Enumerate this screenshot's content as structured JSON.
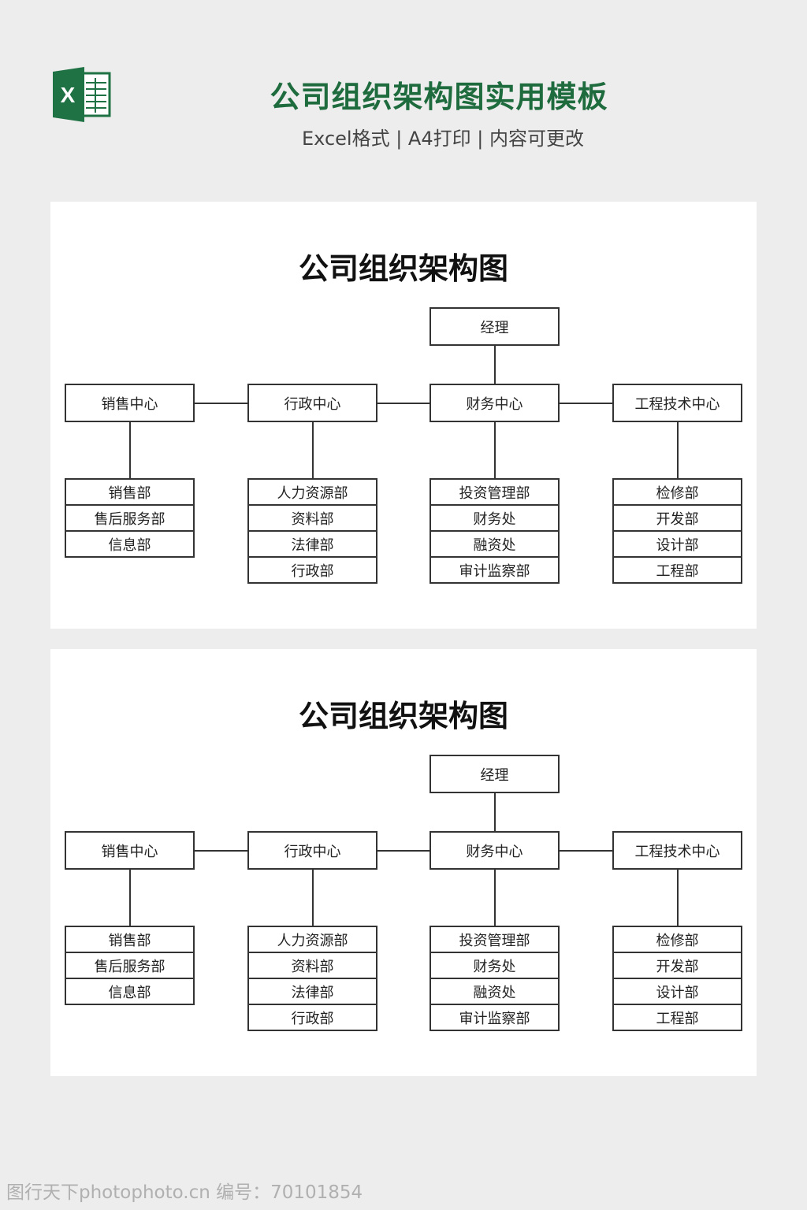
{
  "header": {
    "title": "公司组织架构图实用模板",
    "subtitle": "Excel格式 | A4打印 | 内容可更改",
    "logo_letter": "X",
    "logo_color": "#1f7244"
  },
  "charts": [
    {
      "title": "公司组织架构图",
      "manager": "经理",
      "centers": [
        {
          "label": "销售中心",
          "departments": [
            "销售部",
            "售后服务部",
            "信息部"
          ]
        },
        {
          "label": "行政中心",
          "departments": [
            "人力资源部",
            "资料部",
            "法律部",
            "行政部"
          ]
        },
        {
          "label": "财务中心",
          "departments": [
            "投资管理部",
            "财务处",
            "融资处",
            "审计监察部"
          ]
        },
        {
          "label": "工程技术中心",
          "departments": [
            "检修部",
            "开发部",
            "设计部",
            "工程部"
          ]
        }
      ]
    },
    {
      "title": "公司组织架构图",
      "manager": "经理",
      "centers": [
        {
          "label": "销售中心",
          "departments": [
            "销售部",
            "售后服务部",
            "信息部"
          ]
        },
        {
          "label": "行政中心",
          "departments": [
            "人力资源部",
            "资料部",
            "法律部",
            "行政部"
          ]
        },
        {
          "label": "财务中心",
          "departments": [
            "投资管理部",
            "财务处",
            "融资处",
            "审计监察部"
          ]
        },
        {
          "label": "工程技术中心",
          "departments": [
            "检修部",
            "开发部",
            "设计部",
            "工程部"
          ]
        }
      ]
    }
  ],
  "watermark": "图行天下photophoto.cn  编号：70101854"
}
